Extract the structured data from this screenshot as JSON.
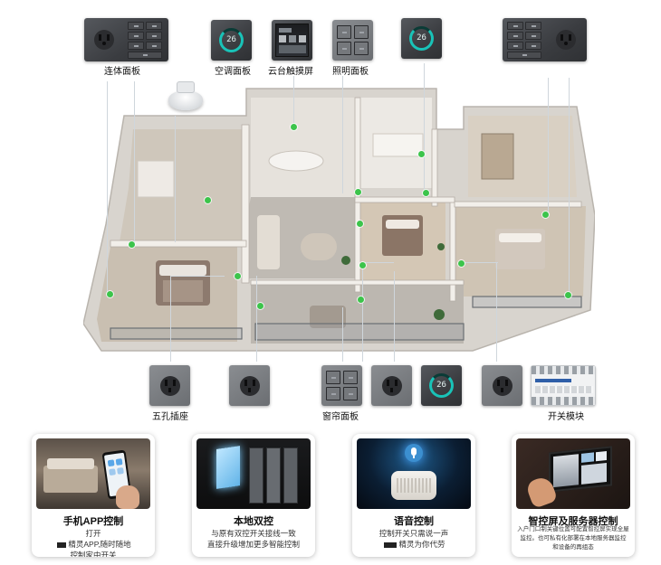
{
  "devices_top": [
    {
      "id": "linked-panel",
      "label": "连体面板"
    },
    {
      "id": "ac-panel",
      "label": "空调面板"
    },
    {
      "id": "ptz-touchscreen",
      "label": "云台触摸屏"
    },
    {
      "id": "lighting-panel",
      "label": "照明面板"
    },
    {
      "id": "thermostat-right",
      "label": ""
    },
    {
      "id": "linked-panel-right",
      "label": ""
    }
  ],
  "devices_bottom": [
    {
      "id": "five-hole-socket",
      "label": "五孔插座"
    },
    {
      "id": "socket-2",
      "label": ""
    },
    {
      "id": "curtain-panel",
      "label": "窗帘面板"
    },
    {
      "id": "socket-3",
      "label": ""
    },
    {
      "id": "thermostat-bottom",
      "label": ""
    },
    {
      "id": "socket-4",
      "label": ""
    },
    {
      "id": "switch-module",
      "label": "开关模块"
    }
  ],
  "thermostat_reading": "26",
  "colors": {
    "indicator": "#3cc44b",
    "accent": "#19c3b8"
  },
  "features": [
    {
      "id": "app",
      "title": "手机APP控制",
      "lines": [
        "打开",
        "精灵APP,随时随地",
        "控制家中开关"
      ]
    },
    {
      "id": "dual",
      "title": "本地双控",
      "lines": [
        "与原有双控开关接线一致",
        "直接升级增加更多智能控制"
      ]
    },
    {
      "id": "voice",
      "title": "语音控制",
      "lines": [
        "控制开关只需说一声",
        "精灵为你代劳"
      ]
    },
    {
      "id": "screen",
      "title": "智控屏及服务器控制",
      "lines": [
        "入户门口制关键位置可配置智控屏实现全屋",
        "监控。也可私有化部署在本地服务器监控",
        "和设备的再组态"
      ]
    }
  ]
}
